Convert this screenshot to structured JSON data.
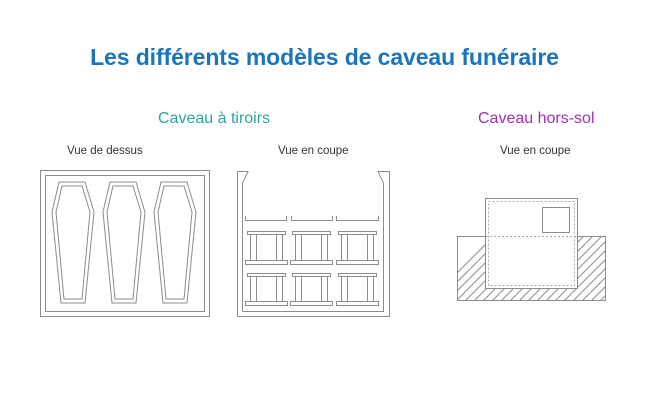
{
  "page": {
    "title": "Les différents modèles de caveau funéraire",
    "title_color": "#1b75bb"
  },
  "sections": [
    {
      "title": "Caveau à tiroirs",
      "color": "#2aa6a0",
      "views": [
        {
          "label": "Vue de dessus",
          "drawing": "top-view-three-coffins"
        },
        {
          "label": "Vue en coupe",
          "drawing": "section-view-six-drawers"
        }
      ]
    },
    {
      "title": "Caveau hors-sol",
      "color": "#a22fb3",
      "views": [
        {
          "label": "Vue en coupe",
          "drawing": "section-view-above-ground"
        }
      ]
    }
  ],
  "colors": {
    "line": "#8c8c8c",
    "dashed": "#a8a8a8"
  }
}
